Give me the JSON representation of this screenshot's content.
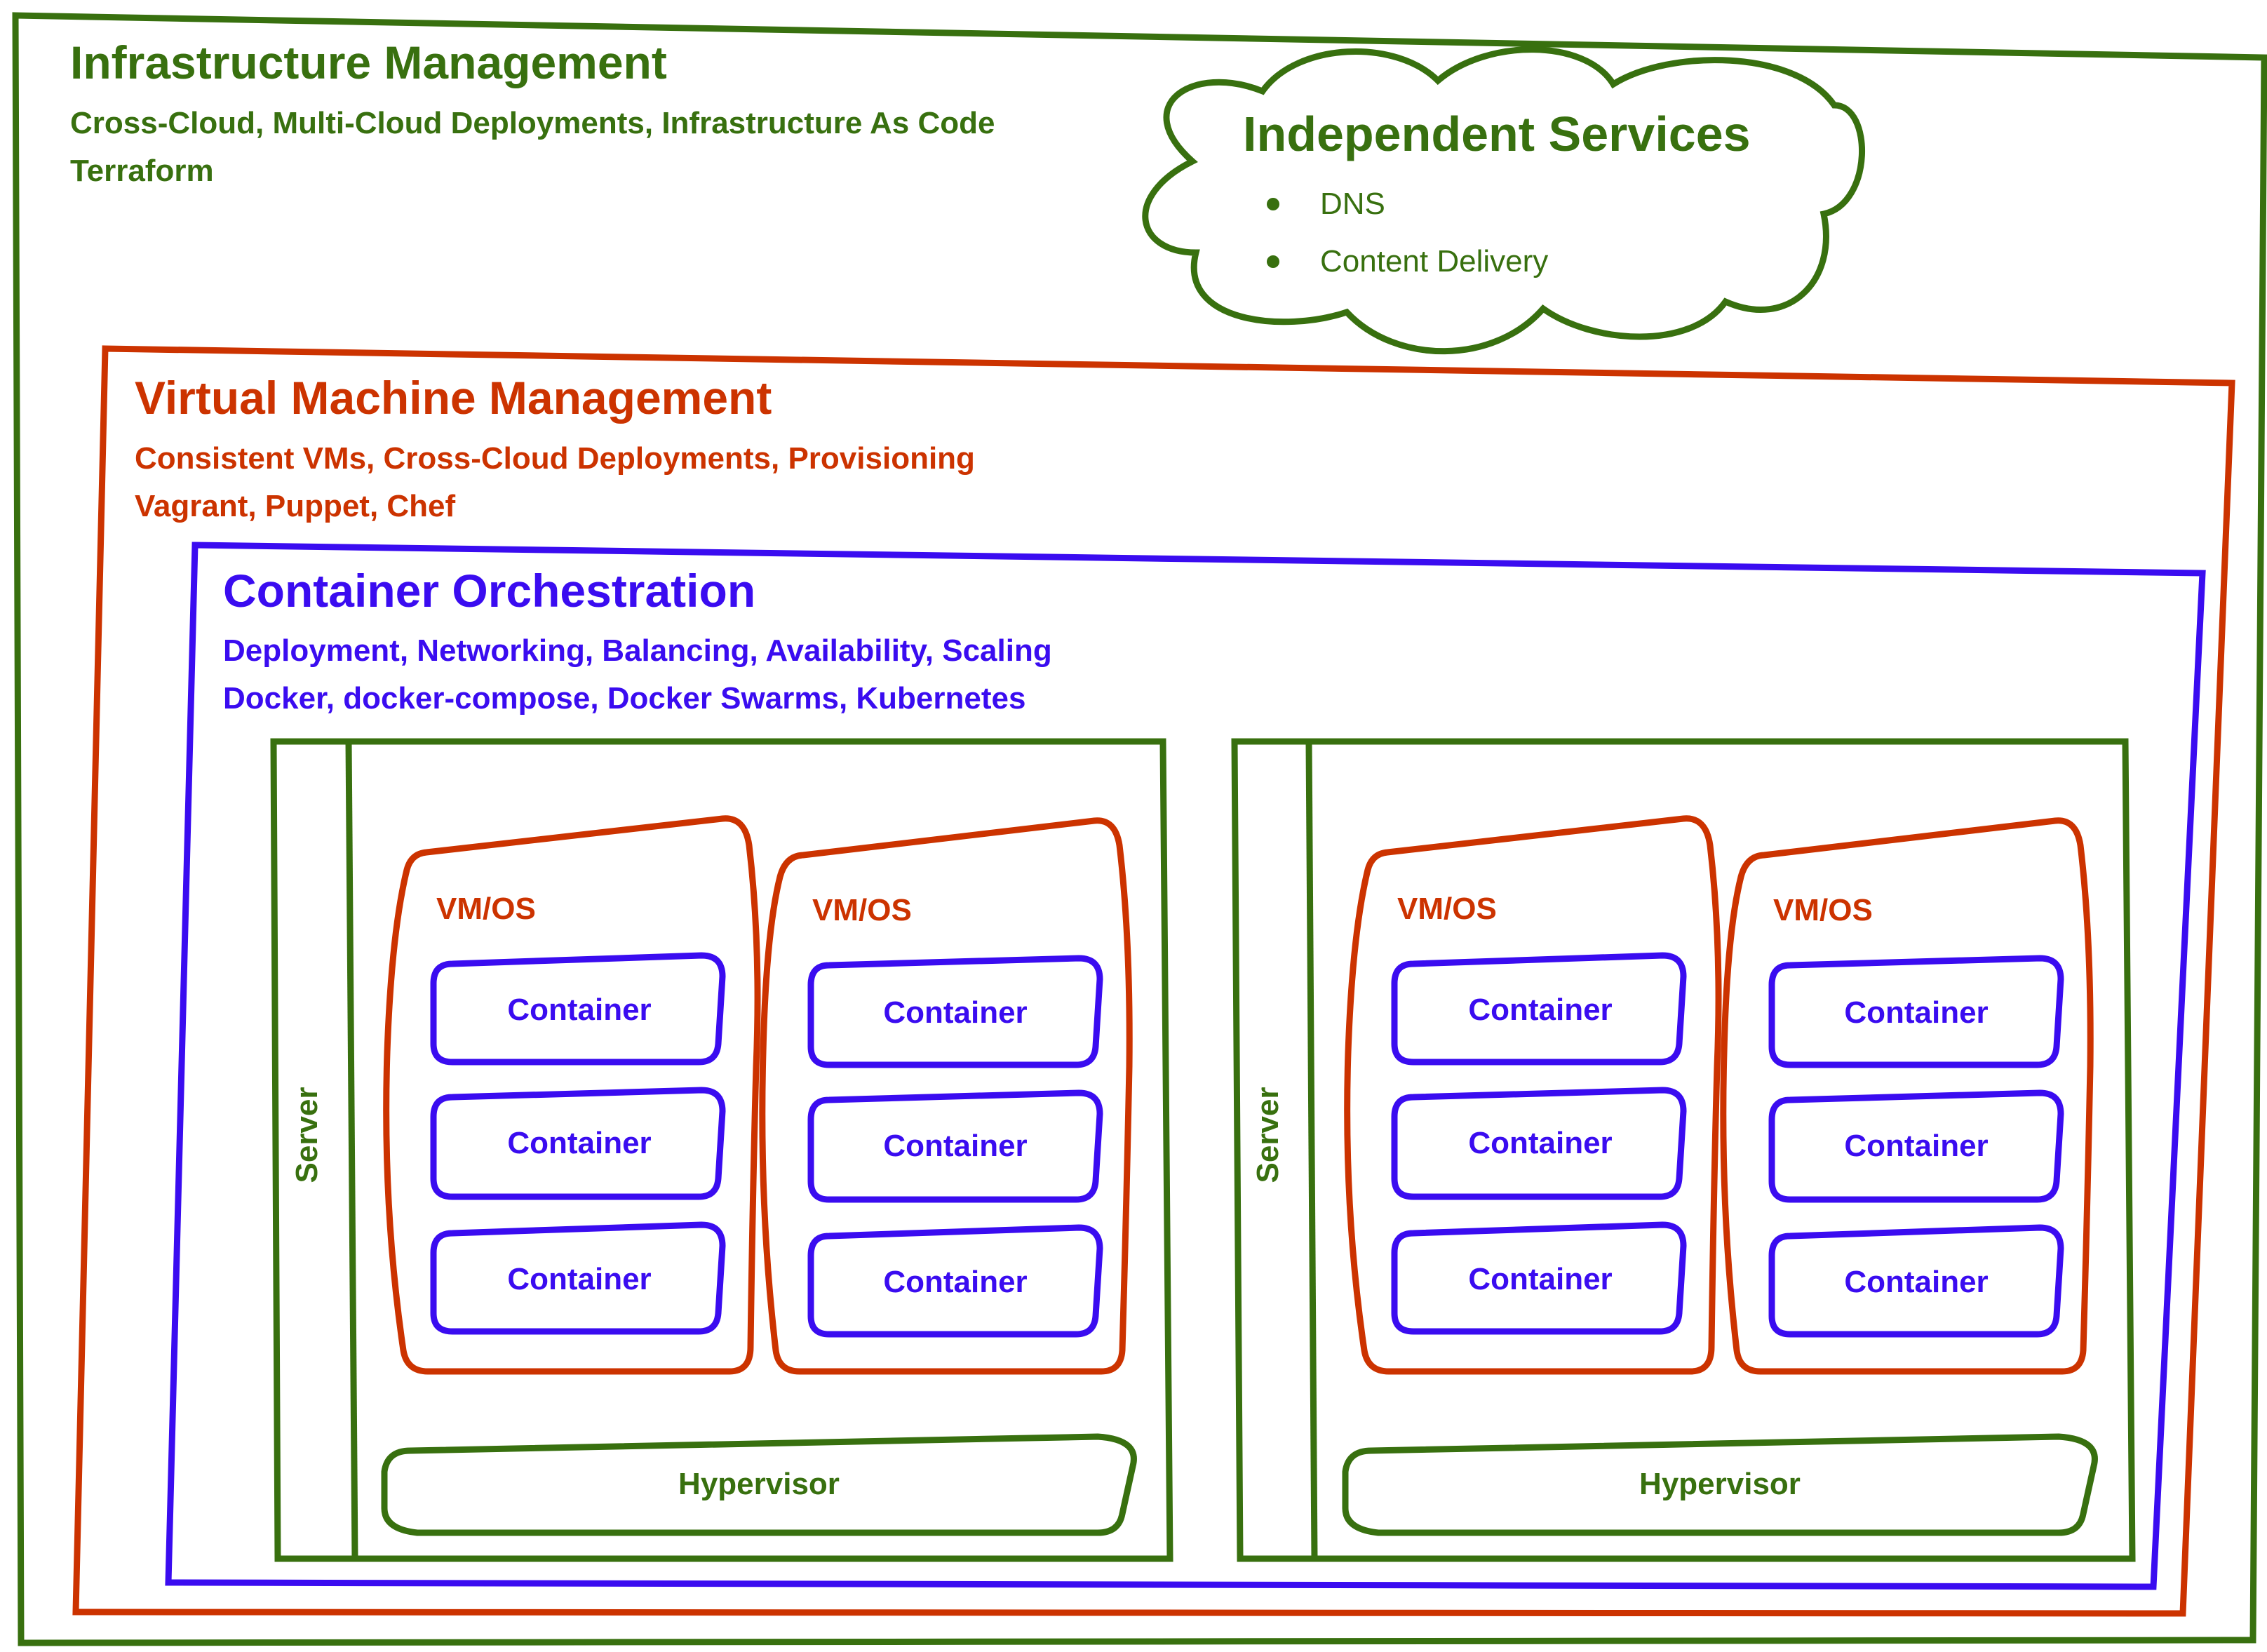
{
  "colors": {
    "infra": "#38700f",
    "vm": "#cc3300",
    "container": "#3a0cf0",
    "background": "#ffffff"
  },
  "infrastructure": {
    "title": "Infrastructure Management",
    "line1": "Cross-Cloud, Multi-Cloud Deployments, Infrastructure As Code",
    "line2": "Terraform"
  },
  "independent_services": {
    "title": "Independent Services",
    "items": [
      "DNS",
      "Content Delivery"
    ]
  },
  "vm_management": {
    "title": "Virtual Machine Management",
    "line1": "Consistent VMs, Cross-Cloud Deployments, Provisioning",
    "line2": "Vagrant, Puppet, Chef"
  },
  "container_orchestration": {
    "title": "Container Orchestration",
    "line1": "Deployment, Networking, Balancing, Availability, Scaling",
    "line2": "Docker, docker-compose, Docker Swarms, Kubernetes"
  },
  "servers": [
    {
      "label": "Server",
      "hypervisor": "Hypervisor",
      "vms": [
        {
          "label": "VM/OS",
          "containers": [
            "Container",
            "Container",
            "Container"
          ]
        },
        {
          "label": "VM/OS",
          "containers": [
            "Container",
            "Container",
            "Container"
          ]
        }
      ]
    },
    {
      "label": "Server",
      "hypervisor": "Hypervisor",
      "vms": [
        {
          "label": "VM/OS",
          "containers": [
            "Container",
            "Container",
            "Container"
          ]
        },
        {
          "label": "VM/OS",
          "containers": [
            "Container",
            "Container",
            "Container"
          ]
        }
      ]
    }
  ]
}
